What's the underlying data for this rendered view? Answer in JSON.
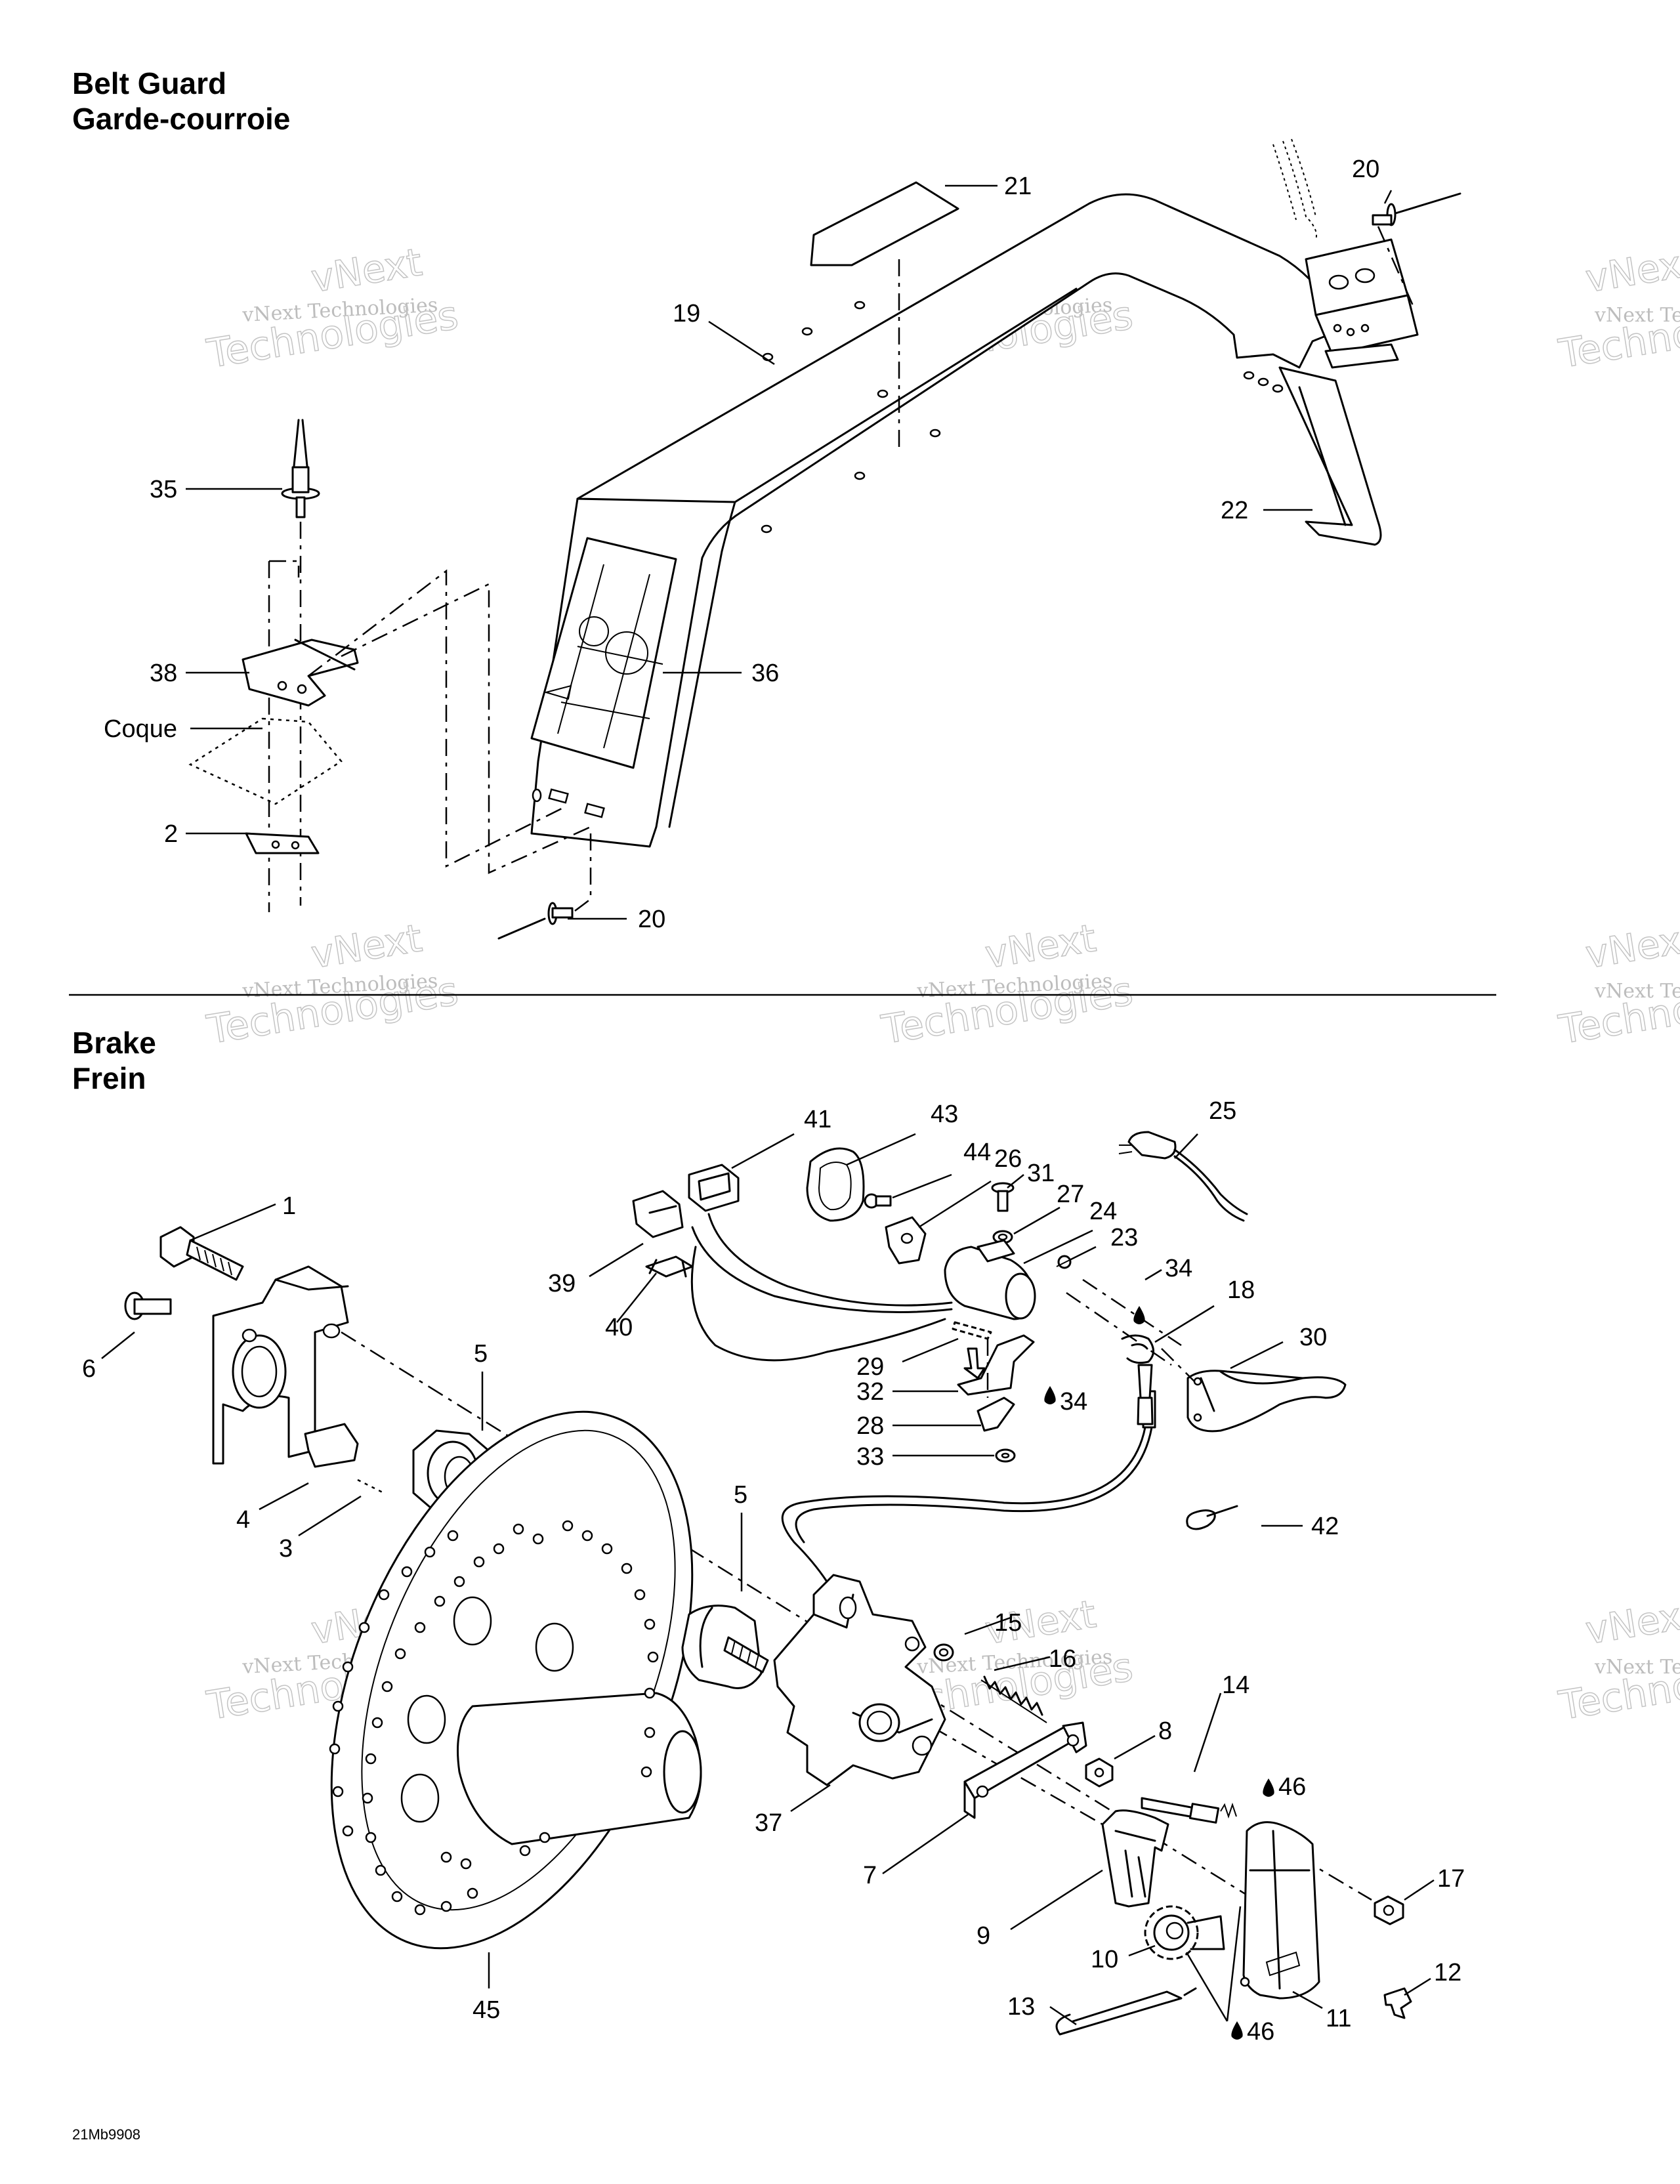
{
  "sections": {
    "belt_guard": {
      "title_en": "Belt Guard",
      "title_fr": "Garde-courroie"
    },
    "brake": {
      "title_en": "Brake",
      "title_fr": "Frein"
    }
  },
  "diagram_code": "21Mb9908",
  "watermark": {
    "line1": "vNext Technologies",
    "line2": "vNext",
    "line3": "Technologies"
  },
  "belt_guard_callouts": {
    "c21": "21",
    "c20_top": "20",
    "c19": "19",
    "c22": "22",
    "c35": "35",
    "c38": "38",
    "c36": "36",
    "coque": "Coque",
    "c2": "2",
    "c20_bottom": "20"
  },
  "brake_callouts": {
    "c41": "41",
    "c43": "43",
    "c25": "25",
    "c44": "44",
    "c26": "26",
    "c31": "31",
    "c27": "27",
    "c24": "24",
    "c23": "23",
    "c1": "1",
    "c39": "39",
    "c34_a": "34",
    "c18": "18",
    "c40": "40",
    "c30": "30",
    "c6": "6",
    "c5_a": "5",
    "c29": "29",
    "c32": "32",
    "c34_b": "34",
    "c28": "28",
    "c33": "33",
    "c4": "4",
    "c42": "42",
    "c3": "3",
    "c5_b": "5",
    "c15": "15",
    "c16": "16",
    "c14": "14",
    "c8": "8",
    "c46_a": "46",
    "c37": "37",
    "c7": "7",
    "c17": "17",
    "c9": "9",
    "c10": "10",
    "c12": "12",
    "c45": "45",
    "c11": "11",
    "c13": "13",
    "c46_b": "46"
  }
}
